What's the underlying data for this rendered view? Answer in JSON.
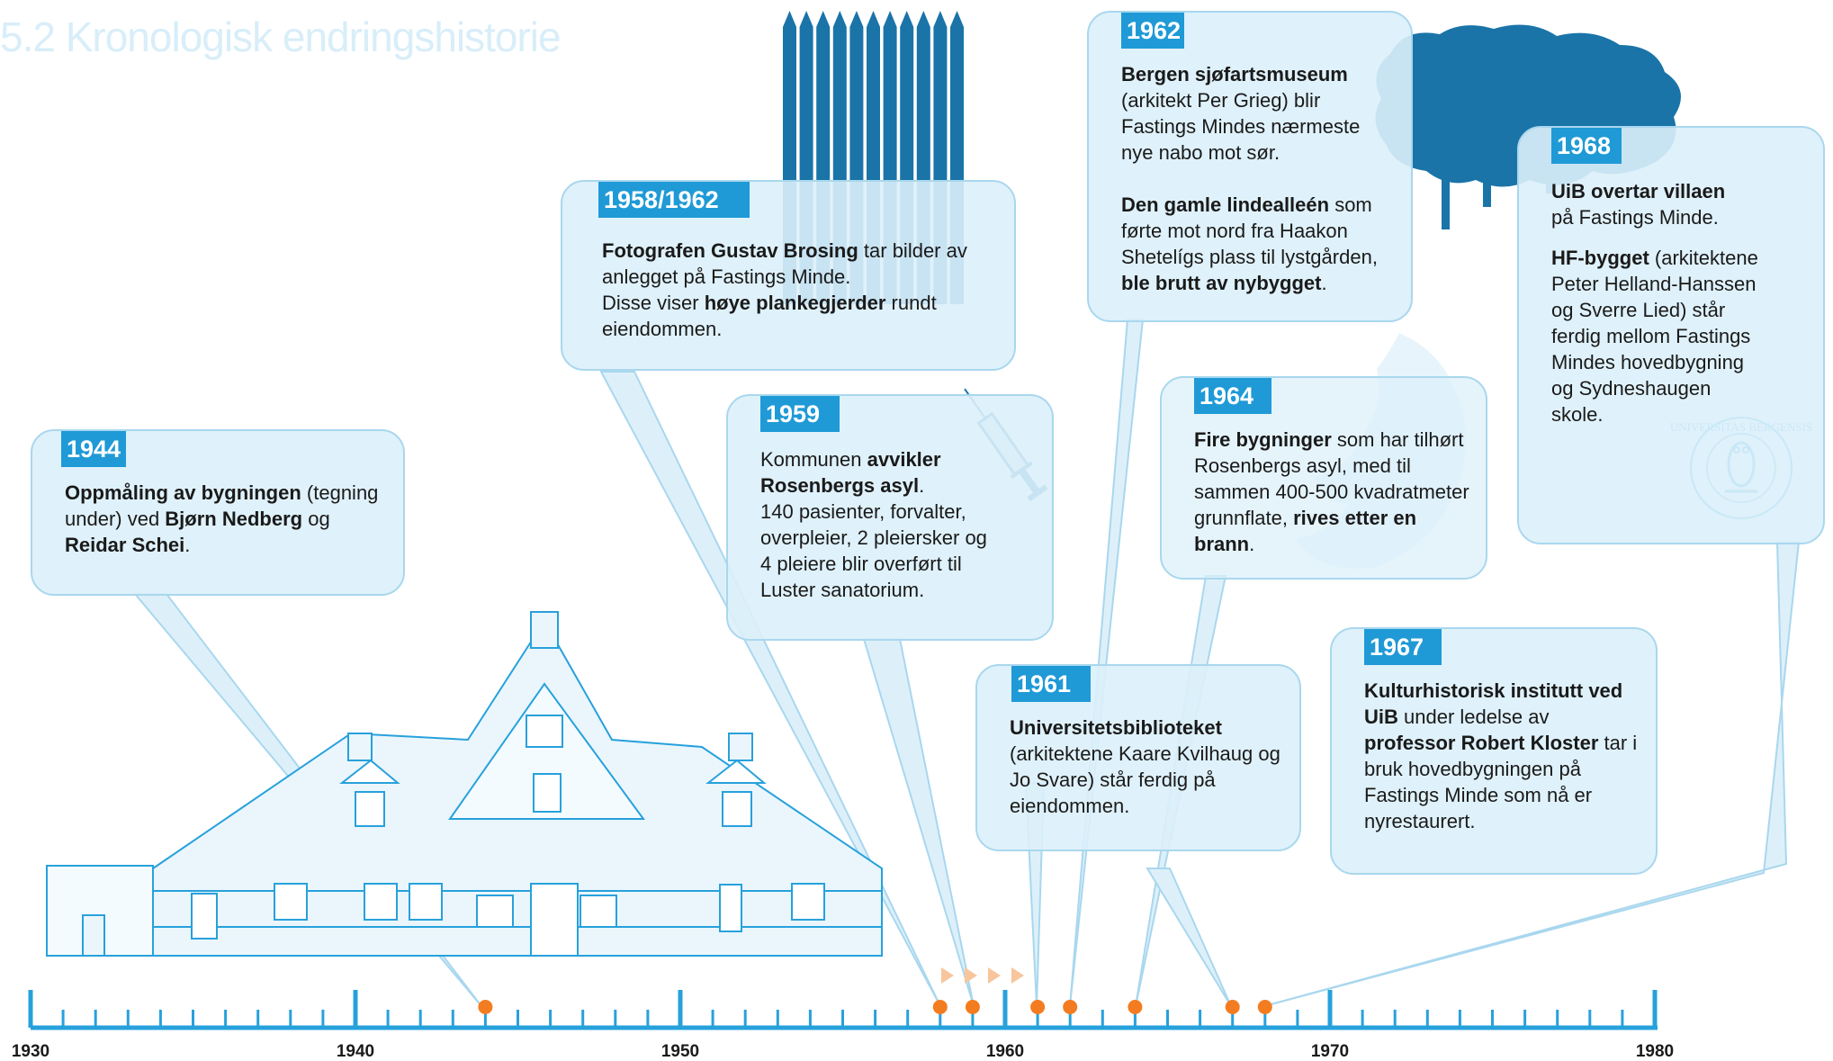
{
  "title": "5.2 Kronologisk endringshistorie",
  "accent_color": "#1f9ad6",
  "dot_color": "#f47c20",
  "line_color": "#27a1dc",
  "axis": {
    "years": [
      "1930",
      "1940",
      "1950",
      "1960",
      "1970",
      "1980"
    ]
  },
  "events": {
    "e1944": {
      "year": "1944",
      "b1": "Oppmåling av bygningen",
      "t1": " (tegning under) ved ",
      "b2": "Bjørn Nedberg",
      "t2": " og ",
      "b3": "Reidar Schei",
      "t3": "."
    },
    "e1958": {
      "year": "1958/1962",
      "b1": "Fotografen Gustav Brosing",
      "t1": " tar bilder av anlegget på Fastings Minde.",
      "t2": "Disse viser ",
      "b2": "høye plankegjerder",
      "t3": " rundt eiendommen."
    },
    "e1959": {
      "year": "1959",
      "t1": "Kommunen ",
      "b1": "avvikler Rosenbergs asyl",
      "t2": ".",
      "t3": "140 pasienter, forvalter, overpleier, 2 pleiersker og 4 pleiere blir overført til Luster sanatorium."
    },
    "e1961": {
      "year": "1961",
      "b1": "Universitetsbiblioteket",
      "t1": "(arkitektene Kaare Kvilhaug og Jo Svare) står ferdig på eiendommen."
    },
    "e1962": {
      "year": "1962",
      "b1": "Bergen sjøfartsmuseum",
      "t1": "(arkitekt Per Grieg) blir Fastings Mindes nærmeste nye nabo mot sør.",
      "b2": "Den gamle lindealleén",
      "t2": " som førte mot nord fra Haakon Shetelígs plass til lystgården, ",
      "b3": "ble brutt av nybygget",
      "t3": "."
    },
    "e1964": {
      "year": "1964",
      "b1": "Fire bygninger",
      "t1": " som har tilhørt Rosenbergs asyl, med til sammen 400-500 kvadratmeter grunnflate, ",
      "b2": "rives etter en brann",
      "t2": "."
    },
    "e1967": {
      "year": "1967",
      "b1": "Kulturhistorisk institutt ved UiB",
      "t1": " under ledelse av ",
      "b2": "professor Robert Kloster",
      "t2": " tar i bruk hovedbygningen på Fastings Minde som nå er nyrestaurert."
    },
    "e1968": {
      "year": "1968",
      "b1": "UiB overtar villaen",
      "t1": "på Fastings Minde.",
      "b2": "HF-bygget",
      "t2": " (arkitektene Peter Helland-Hanssen og Sverre Lied) står ferdig mellom Fastings Mindes hovedbygning og Sydneshaugen skole."
    }
  },
  "seal": {
    "ring_text": "UNIVERSITAS BERGENSIS"
  }
}
